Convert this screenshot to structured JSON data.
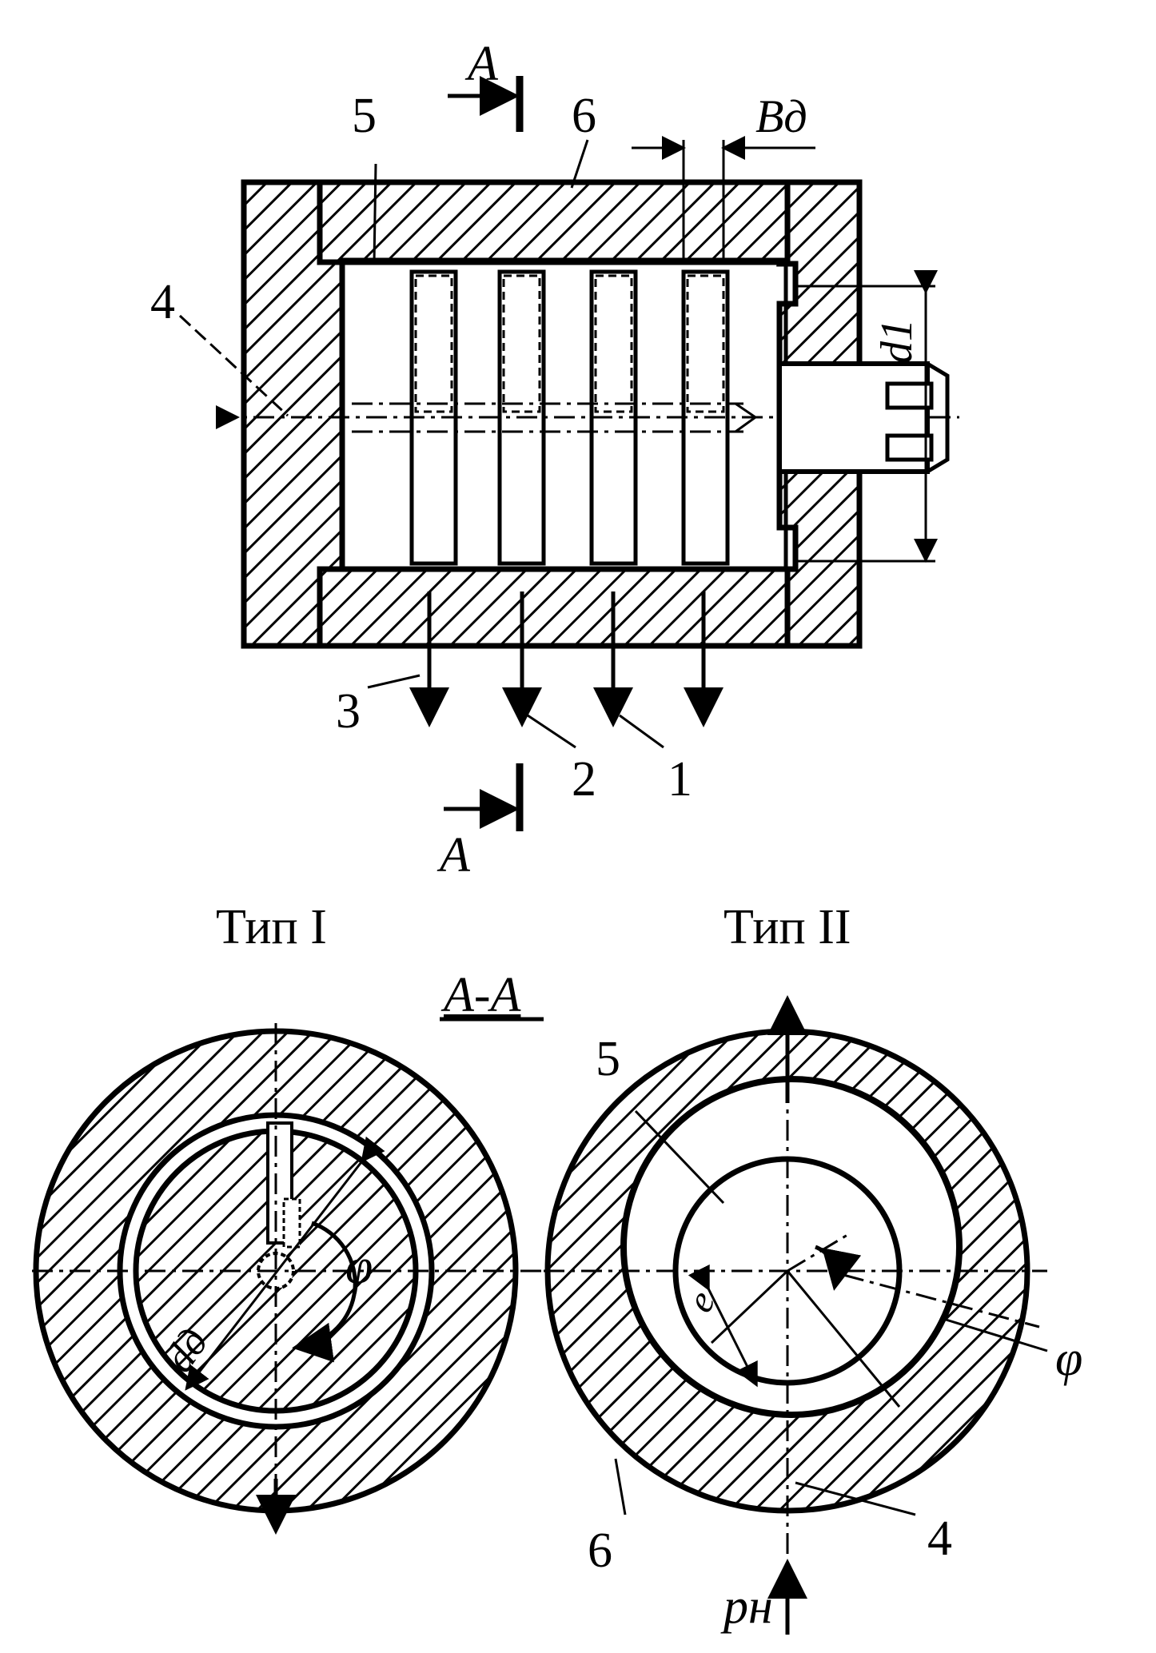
{
  "labels": {
    "section_a": "A",
    "dim_bd": "Bд",
    "dim_d1": "d1",
    "dim_dd": "dд",
    "phi": "φ",
    "e": "e",
    "p_n": "pн",
    "n1": "1",
    "n2": "2",
    "n3": "3",
    "n4": "4",
    "n5": "5",
    "n6": "6",
    "type1": "Тип I",
    "type2": "Тип II",
    "section_aa": "A-A"
  },
  "colors": {
    "ink": "#000000",
    "paper": "#ffffff"
  }
}
